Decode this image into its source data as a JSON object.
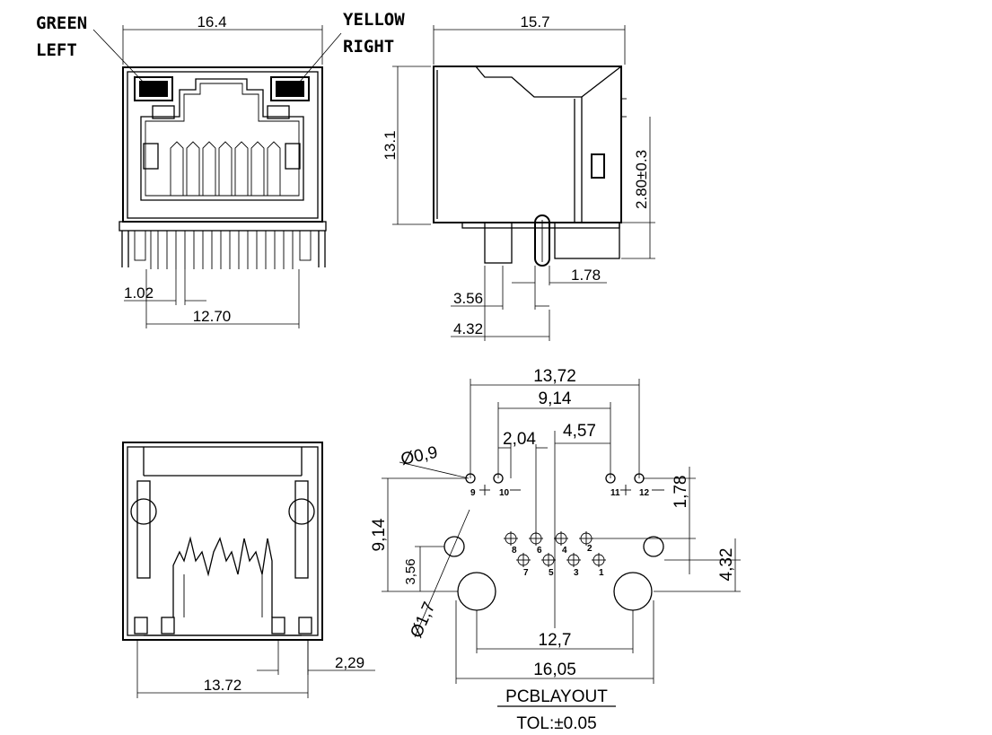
{
  "front_view": {
    "left_led": {
      "line1": "GREEN",
      "line2": "LEFT"
    },
    "right_led": {
      "line1": "YELLOW",
      "line2": "RIGHT"
    },
    "width": "16.4",
    "pin_pitch": "1.02",
    "pin_span": "12.70"
  },
  "side_view": {
    "depth": "15.7",
    "height": "13.1",
    "offset": "2.80±0.3",
    "d1": "1.78",
    "d2": "3.56",
    "d3": "4.32"
  },
  "bottom_view": {
    "width": "13.72",
    "offset": "2,29"
  },
  "pcb_layout": {
    "w_total": "13,72",
    "w_912": "9,14",
    "w_a": "2,04",
    "w_b": "4,57",
    "hole_small": "Ø0,9",
    "h_left": "9,14",
    "h_small": "3,56",
    "h_right": "1,78",
    "h_right2": "4,32",
    "hole_big": "Ø1,7",
    "pitch_mount": "12,7",
    "pitch_outer": "16,05",
    "title": "PCBLAYOUT",
    "tolerance": "TOL:±0.05",
    "pins": [
      "1",
      "2",
      "3",
      "4",
      "5",
      "6",
      "7",
      "8",
      "9",
      "10",
      "11",
      "12"
    ]
  }
}
